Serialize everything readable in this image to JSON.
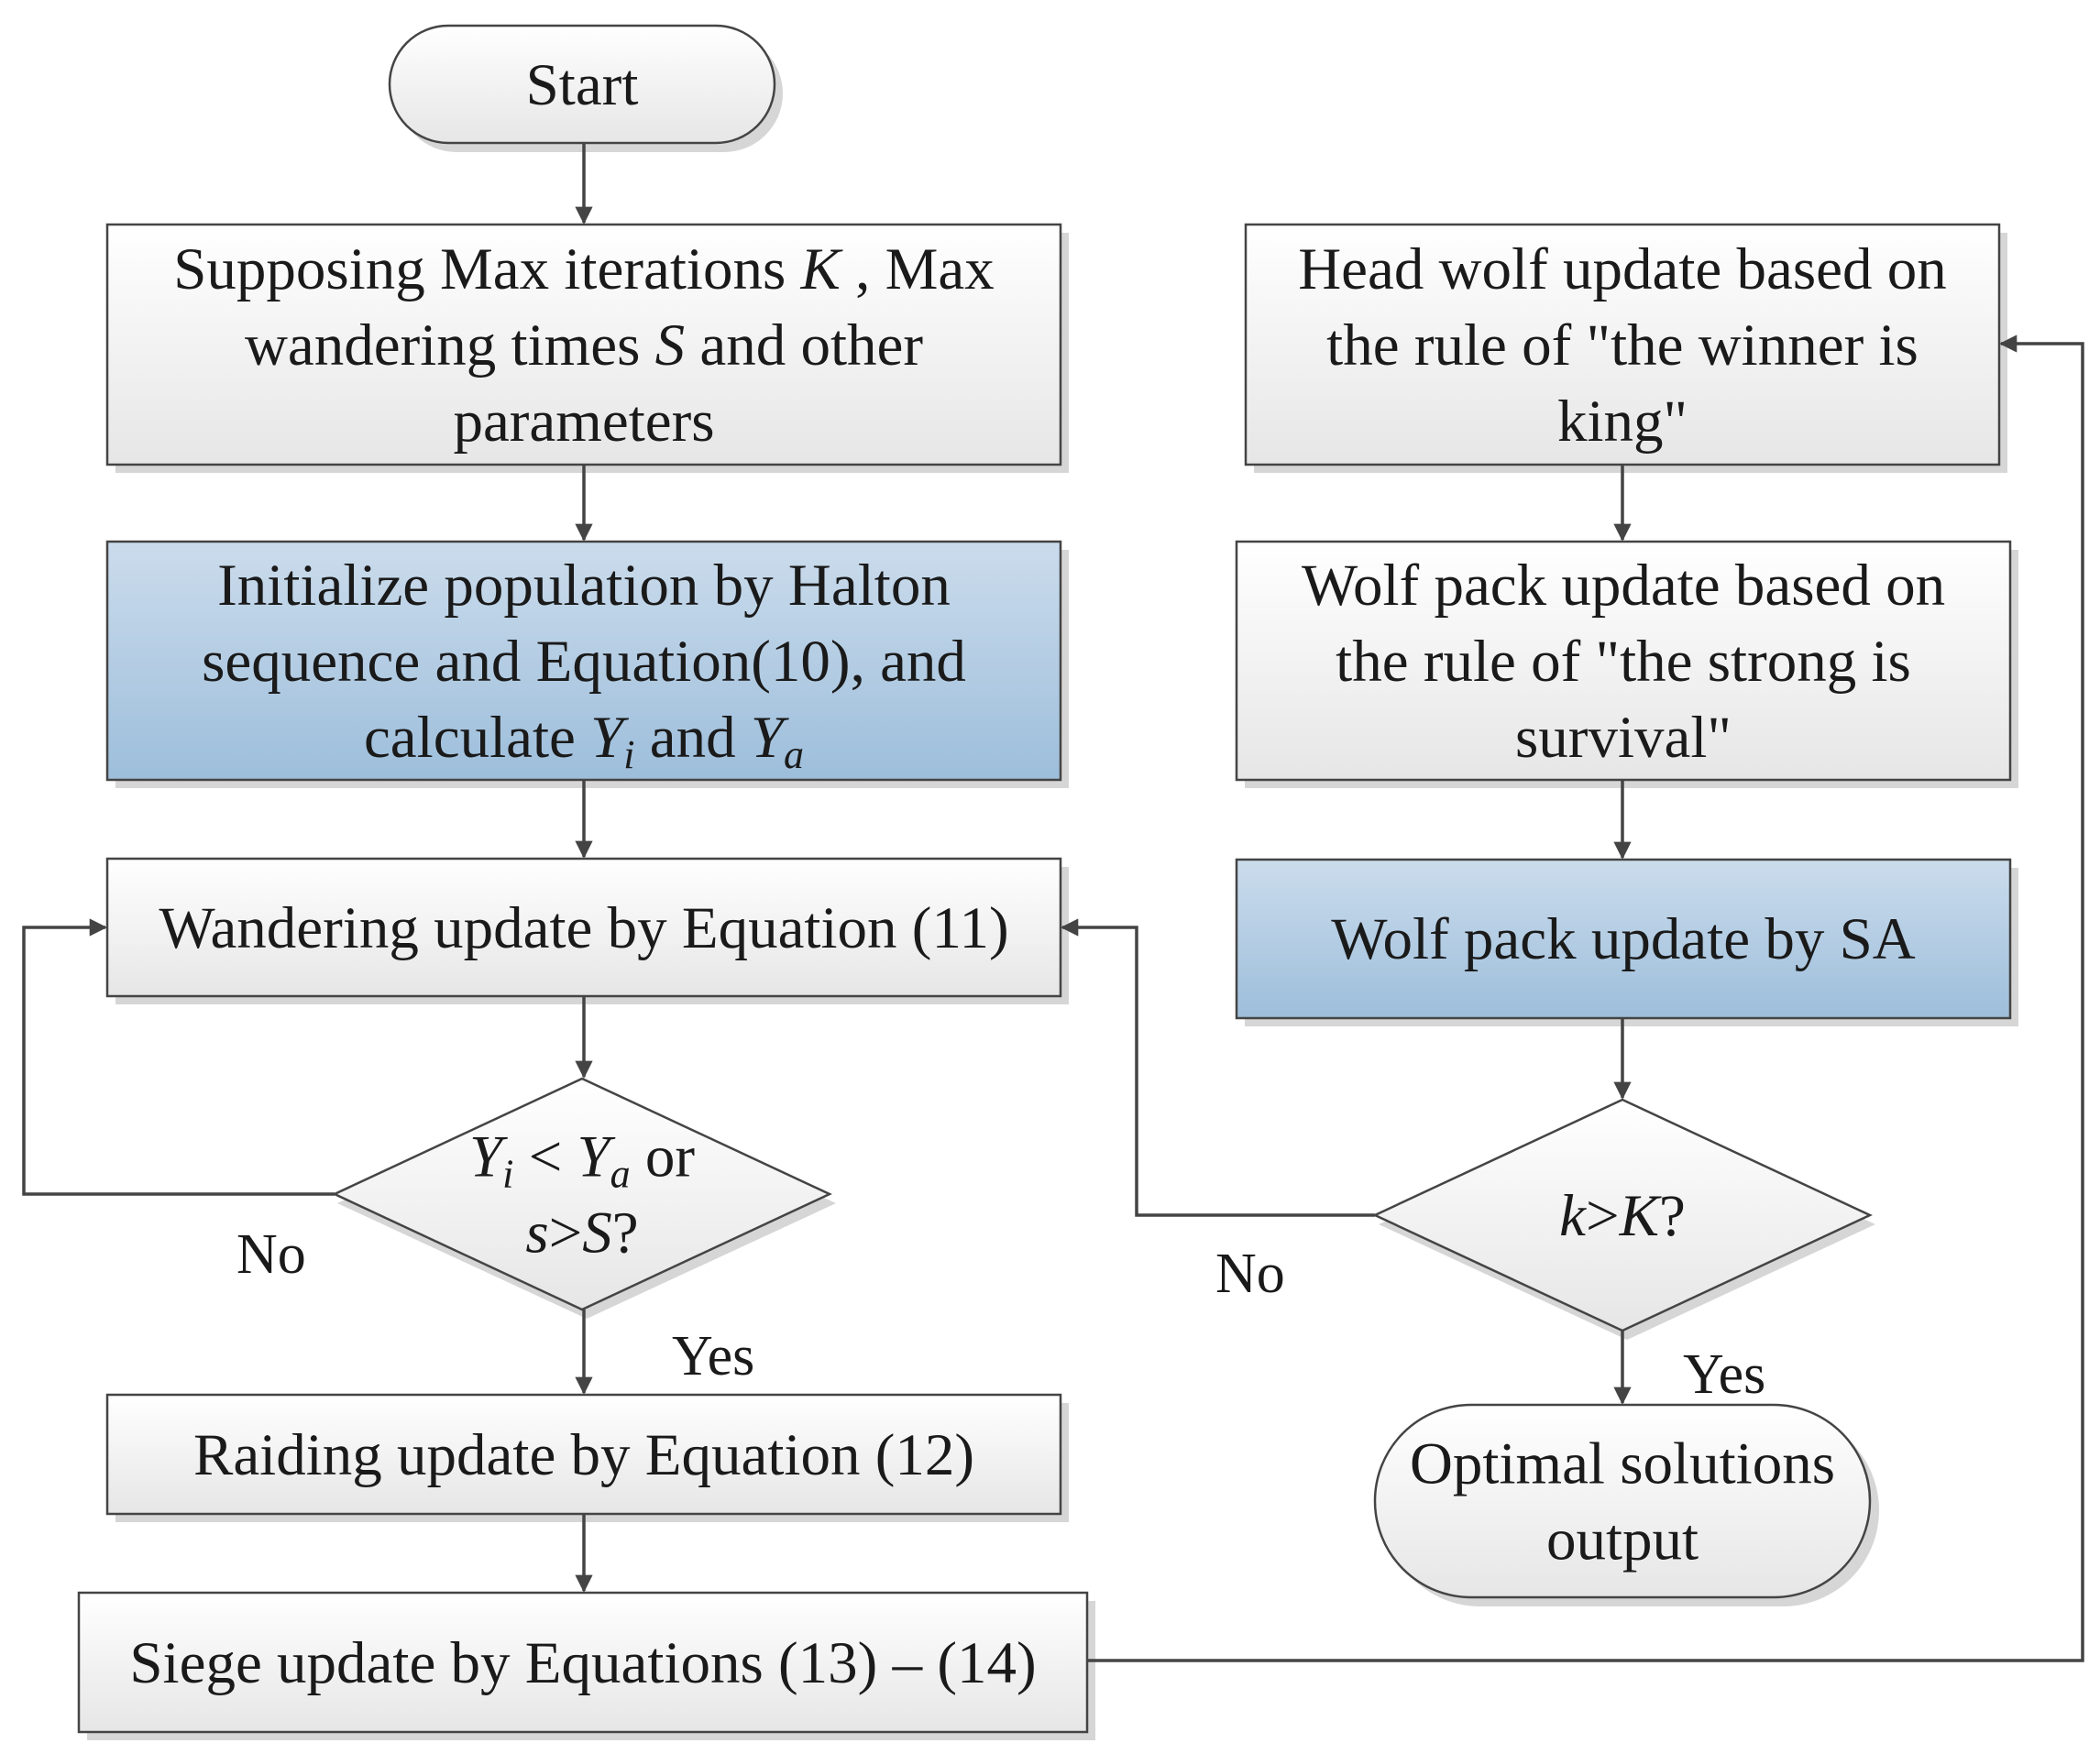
{
  "nodes": {
    "start": {
      "lines": [
        "Start"
      ]
    },
    "params": {
      "lines": [
        [
          "Supposing Max iterations ",
          {
            "i": "K"
          },
          " , Max"
        ],
        [
          "wandering times ",
          {
            "i": "S"
          },
          " and other"
        ],
        [
          "parameters"
        ]
      ]
    },
    "init": {
      "lines": [
        [
          "Initialize population by Halton"
        ],
        [
          "sequence and Equation(10), and"
        ],
        [
          "calculate ",
          {
            "i": "Y",
            "sub": "i"
          },
          " and ",
          {
            "i": "Y",
            "sub": "a"
          }
        ]
      ]
    },
    "wander": {
      "lines": [
        "Wandering update by Equation (11)"
      ]
    },
    "decision1": {
      "lines": [
        [
          {
            "i": "Y",
            "sub": "i"
          },
          " < ",
          {
            "i": "Y",
            "sub": "a"
          },
          " or"
        ],
        [
          {
            "i": "s"
          },
          ">",
          {
            "i": "S"
          },
          "?"
        ]
      ]
    },
    "raid": {
      "lines": [
        "Raiding update by Equation (12)"
      ]
    },
    "siege": {
      "lines": [
        "Siege update by Equations (13) – (14)"
      ]
    },
    "head": {
      "lines": [
        "Head wolf update based on",
        "the rule of \"the winner is",
        "king\""
      ]
    },
    "pack": {
      "lines": [
        "Wolf pack update based on",
        "the rule of  \"the strong is",
        "survival\""
      ]
    },
    "sa": {
      "lines": [
        "Wolf pack update by SA"
      ]
    },
    "decision2": {
      "lines": [
        [
          {
            "i": "k"
          },
          ">",
          {
            "i": "K"
          },
          "?"
        ]
      ]
    },
    "output": {
      "lines": [
        "Optimal solutions",
        "output"
      ]
    }
  },
  "edge_labels": {
    "no1": "No",
    "yes1": "Yes",
    "no2": "No",
    "yes2": "Yes"
  },
  "colors": {
    "process_fill_top": "#ffffff",
    "process_fill_bottom": "#e8e8e8",
    "highlight_fill_top": "#c7d9ea",
    "highlight_fill_bottom": "#9fc0dd",
    "line": "#444444",
    "shadow": "#d8d8d8"
  }
}
